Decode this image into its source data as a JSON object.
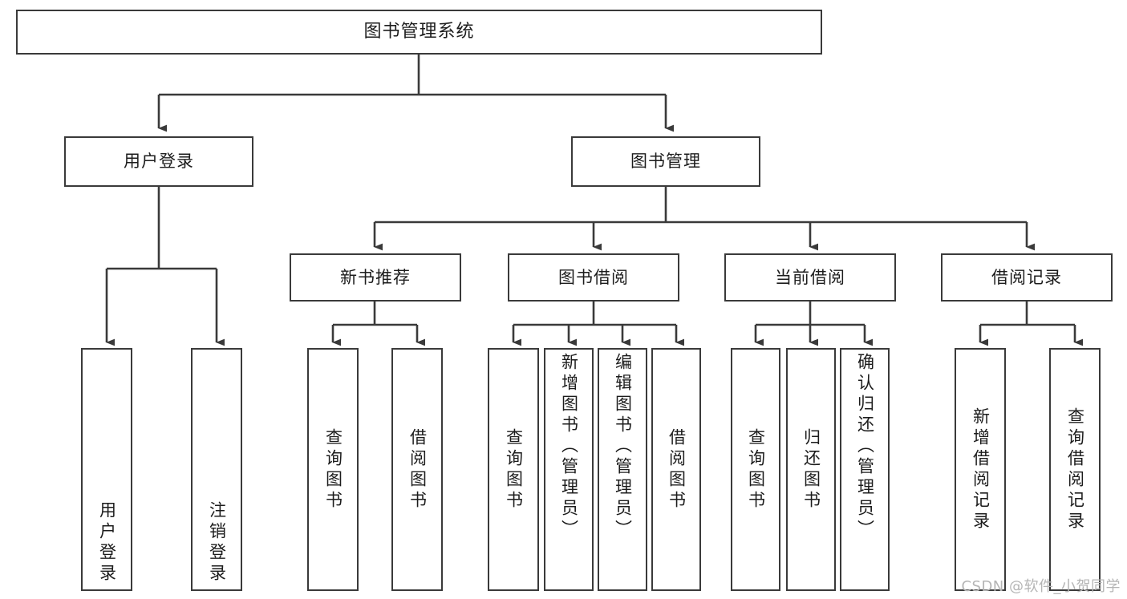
{
  "diagram": {
    "title": "图书管理系统",
    "type": "tree",
    "background_color": "#ffffff",
    "line_color": "#3a3a3a",
    "text_color": "#1c1c1c"
  },
  "nodes": {
    "root": {
      "label": "图书管理系统"
    },
    "level2": [
      {
        "id": "user-login",
        "label": "用户登录"
      },
      {
        "id": "book-management",
        "label": "图书管理"
      }
    ],
    "level3": [
      {
        "id": "new-book-recommend",
        "label": "新书推荐"
      },
      {
        "id": "book-borrow",
        "label": "图书借阅"
      },
      {
        "id": "current-borrow",
        "label": "当前借阅"
      },
      {
        "id": "borrow-record",
        "label": "借阅记录"
      }
    ],
    "leaves": [
      {
        "id": "leaf-user-login",
        "label": "用户登录",
        "parent": "user-login"
      },
      {
        "id": "leaf-user-logout",
        "label": "注销登录",
        "parent": "user-login"
      },
      {
        "id": "leaf-query-book-1",
        "label": "查询图书",
        "parent": "new-book-recommend"
      },
      {
        "id": "leaf-borrow-book-1",
        "label": "借阅图书",
        "parent": "new-book-recommend"
      },
      {
        "id": "leaf-query-book-2",
        "label": "查询图书",
        "parent": "book-borrow"
      },
      {
        "id": "leaf-add-book",
        "label": "新增图书（管理员）",
        "parent": "book-borrow"
      },
      {
        "id": "leaf-edit-book",
        "label": "编辑图书（管理员）",
        "parent": "book-borrow"
      },
      {
        "id": "leaf-borrow-book-2",
        "label": "借阅图书",
        "parent": "book-borrow"
      },
      {
        "id": "leaf-query-book-3",
        "label": "查询图书",
        "parent": "current-borrow"
      },
      {
        "id": "leaf-return-book",
        "label": "归还图书",
        "parent": "current-borrow"
      },
      {
        "id": "leaf-confirm-return",
        "label": "确认归还（管理员）",
        "parent": "current-borrow"
      },
      {
        "id": "leaf-add-record",
        "label": "新增借阅记录",
        "parent": "borrow-record"
      },
      {
        "id": "leaf-query-record",
        "label": "查询借阅记录",
        "parent": "borrow-record"
      }
    ]
  },
  "watermark": {
    "text": "CSDN @软件_小贺同学"
  }
}
